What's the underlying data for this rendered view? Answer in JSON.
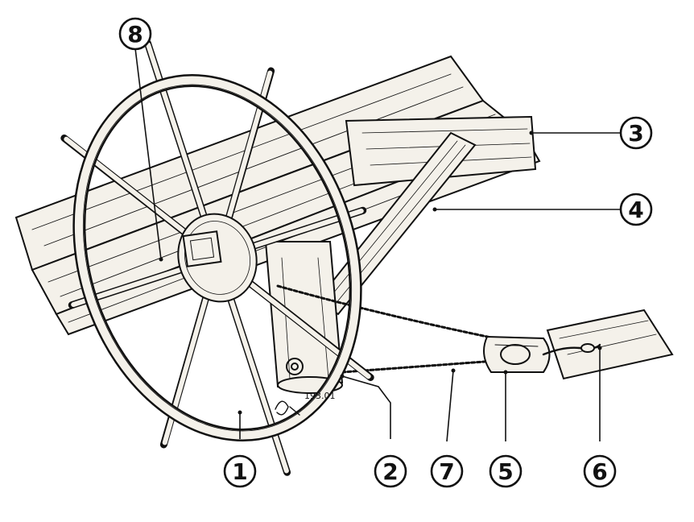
{
  "diagram": {
    "callouts": [
      {
        "label": "1"
      },
      {
        "label": "2"
      },
      {
        "label": "3"
      },
      {
        "label": "4"
      },
      {
        "label": "5"
      },
      {
        "label": "6"
      },
      {
        "label": "7"
      },
      {
        "label": "8"
      }
    ],
    "signature": {
      "date_text": "193.01"
    }
  }
}
